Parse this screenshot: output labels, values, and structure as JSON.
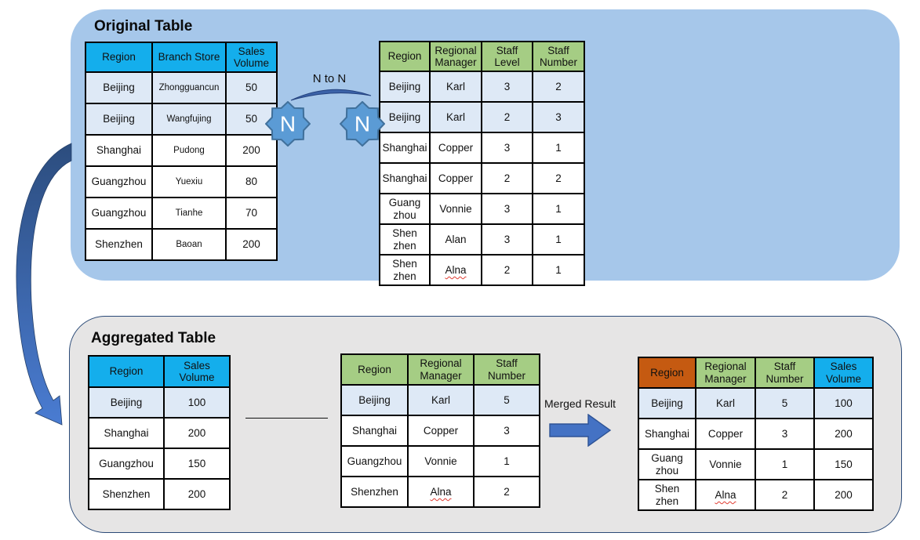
{
  "original": {
    "title": "Original Table",
    "relationship_label": "N to N",
    "badge_left": "N",
    "badge_right": "N",
    "sales_table": {
      "headers": [
        "Region",
        "Branch Store",
        "Sales\nVolume"
      ],
      "header_class": "blue",
      "highlight_rows": [
        0,
        1
      ],
      "rows": [
        [
          "Beijing",
          "Zhongguancun",
          "50"
        ],
        [
          "Beijing",
          "Wangfujing",
          "50"
        ],
        [
          "Shanghai",
          "Pudong",
          "200"
        ],
        [
          "Guangzhou",
          "Yuexiu",
          "80"
        ],
        [
          "Guangzhou",
          "Tianhe",
          "70"
        ],
        [
          "Shenzhen",
          "Baoan",
          "200"
        ]
      ]
    },
    "staff_table": {
      "headers": [
        "Region",
        "Regional\nManager",
        "Staff\nLevel",
        "Staff\nNumber"
      ],
      "header_class": "green",
      "highlight_rows": [
        0,
        1
      ],
      "rows": [
        [
          "Beijing",
          "Karl",
          "3",
          "2"
        ],
        [
          "Beijing",
          "Karl",
          "2",
          "3"
        ],
        [
          "Shanghai",
          "Copper",
          "3",
          "1"
        ],
        [
          "Shanghai",
          "Copper",
          "2",
          "2"
        ],
        [
          "Guang\nzhou",
          "Vonnie",
          "3",
          "1"
        ],
        [
          "Shen\nzhen",
          "Alan",
          "3",
          "1"
        ],
        [
          "Shen\nzhen",
          "Alna",
          "2",
          "1"
        ]
      ]
    }
  },
  "aggregated": {
    "title": "Aggregated Table",
    "merged_label": "Merged Result",
    "sales_table": {
      "headers": [
        "Region",
        "Sales\nVolume"
      ],
      "header_class": "blue",
      "highlight_rows": [
        0
      ],
      "rows": [
        [
          "Beijing",
          "100"
        ],
        [
          "Shanghai",
          "200"
        ],
        [
          "Guangzhou",
          "150"
        ],
        [
          "Shenzhen",
          "200"
        ]
      ]
    },
    "staff_table": {
      "headers": [
        "Region",
        "Regional\nManager",
        "Staff\nNumber"
      ],
      "header_class": "green",
      "highlight_rows": [
        0
      ],
      "rows": [
        [
          "Beijing",
          "Karl",
          "5"
        ],
        [
          "Shanghai",
          "Copper",
          "3"
        ],
        [
          "Guangzhou",
          "Vonnie",
          "1"
        ],
        [
          "Shenzhen",
          "Alna",
          "2"
        ]
      ]
    },
    "merged_table": {
      "headers": [
        "Region",
        "Regional\nManager",
        "Staff\nNumber",
        "Sales\nVolume"
      ],
      "header_classes": [
        "orange",
        "green",
        "green",
        "blue"
      ],
      "highlight_rows": [
        0
      ],
      "rows": [
        [
          "Beijing",
          "Karl",
          "5",
          "100"
        ],
        [
          "Shanghai",
          "Copper",
          "3",
          "200"
        ],
        [
          "Guang\nzhou",
          "Vonnie",
          "1",
          "150"
        ],
        [
          "Shen\nzhen",
          "Alna",
          "2",
          "200"
        ]
      ]
    }
  },
  "spellcheck_flagged": [
    "Alna"
  ],
  "colors": {
    "panel_blue": "#A6C7EA",
    "panel_gray": "#E6E5E5",
    "panel_gray_border": "#2B4A77",
    "header_blue": "#14AEEC",
    "header_green": "#A5CD84",
    "header_orange": "#C55A11",
    "row_highlight": "#DEE9F6",
    "star_fill": "#5B9BD5",
    "star_border": "#41719C",
    "arrow_fill": "#4472C4",
    "arrow_border": "#2E5395",
    "big_arrow_dark": "#2C4D7E",
    "big_arrow_light": "#4A7CD2",
    "squiggle_red": "#E03C31"
  }
}
